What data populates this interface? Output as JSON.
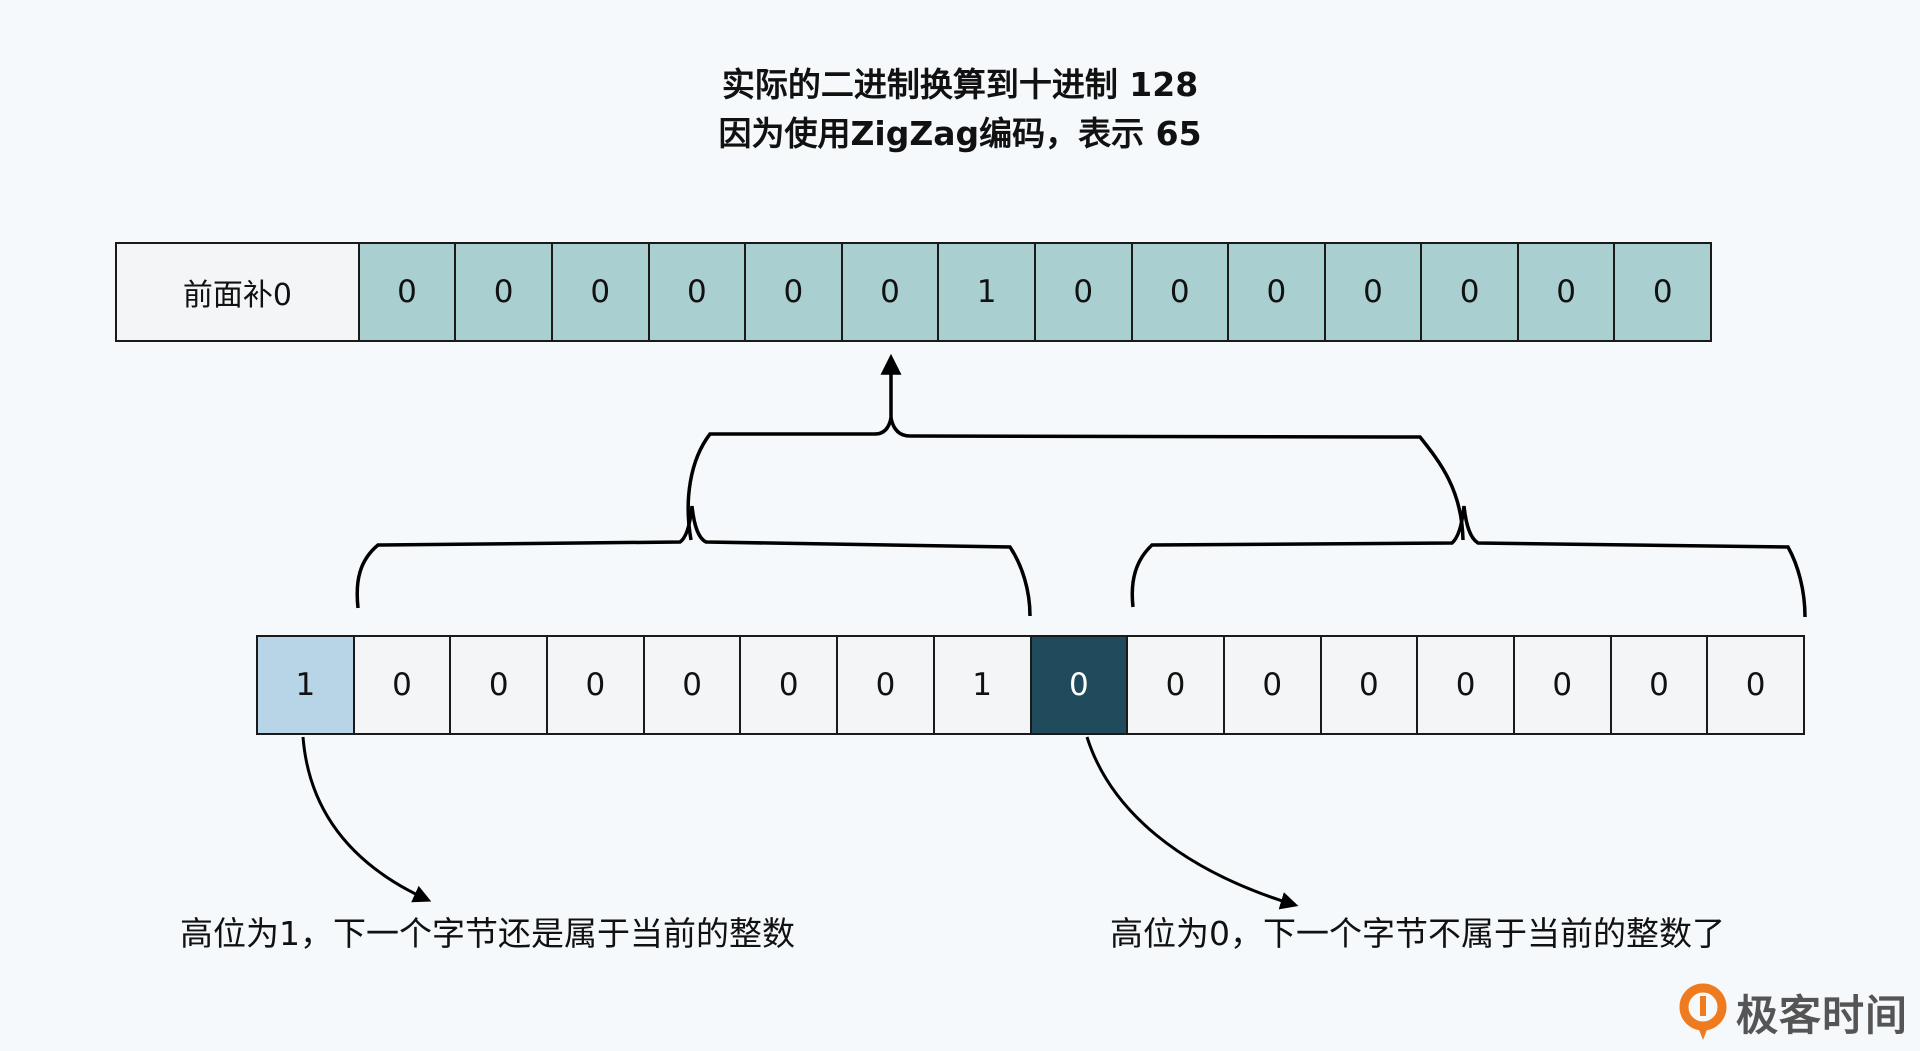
{
  "title": {
    "line1": "实际的二进制换算到十进制 128",
    "line2": "因为使用ZigZag编码，表示 65"
  },
  "top_bar": {
    "pad_label": "前面补0",
    "bits": [
      "0",
      "0",
      "0",
      "0",
      "0",
      "0",
      "1",
      "0",
      "0",
      "0",
      "0",
      "0",
      "0",
      "0"
    ]
  },
  "bottom_bar": {
    "bits": [
      "1",
      "0",
      "0",
      "0",
      "0",
      "0",
      "0",
      "1",
      "0",
      "0",
      "0",
      "0",
      "0",
      "0",
      "0",
      "0"
    ],
    "msb_continue_index": 0,
    "msb_end_index": 8
  },
  "notes": {
    "left": "高位为1，下一个字节还是属于当前的整数",
    "right": "高位为0，下一个字节不属于当前的整数了"
  },
  "logo": {
    "icon": "geektime-logo-icon",
    "text": "极客时间"
  },
  "colors": {
    "background": "#f5f9fb",
    "top_bits": "#a9cfd1",
    "pad_cell": "#f4f5f7",
    "bottom_bits": "#f4f5f7",
    "msb_continue": "#b8d5e8",
    "msb_end": "#1f4b5c",
    "logo_orange": "#f07a1e"
  }
}
